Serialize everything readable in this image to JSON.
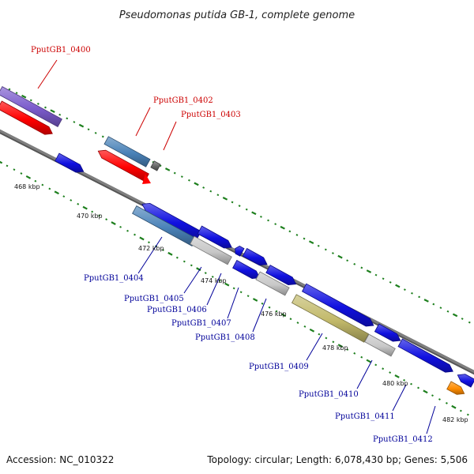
{
  "title": "Pseudomonas putida GB-1, complete genome",
  "footer": {
    "accession": "Accession: NC_010322",
    "summary": "Topology: circular; Length: 6,078,430 bp; Genes: 5,506"
  },
  "colors": {
    "backbone": "#7f7f7f",
    "tick": "#1d7f1d",
    "label_red": "#cc0000",
    "label_blue": "#000099",
    "cds": "#1010e0",
    "purple": "#7b5ccc",
    "steelblue": "#4a82b8",
    "red": "#ff0000",
    "gray": "#c8c8c8",
    "darkgray": "#666666",
    "khaki": "#c2b96a",
    "orange": "#ff8c00"
  },
  "kbp_labels": [
    "468 kbp",
    "470 kbp",
    "472 kbp",
    "474 kbp",
    "476 kbp",
    "478 kbp",
    "480 kbp",
    "482 kbp"
  ],
  "gene_labels_top": [
    "PputGB1_0400",
    "PputGB1_0402",
    "PputGB1_0403"
  ],
  "gene_labels_bottom": [
    "PputGB1_0404",
    "PputGB1_0405",
    "PputGB1_0406",
    "PputGB1_0407",
    "PputGB1_0408",
    "PputGB1_0409",
    "PputGB1_0410",
    "PputGB1_0411",
    "PputGB1_0412"
  ]
}
